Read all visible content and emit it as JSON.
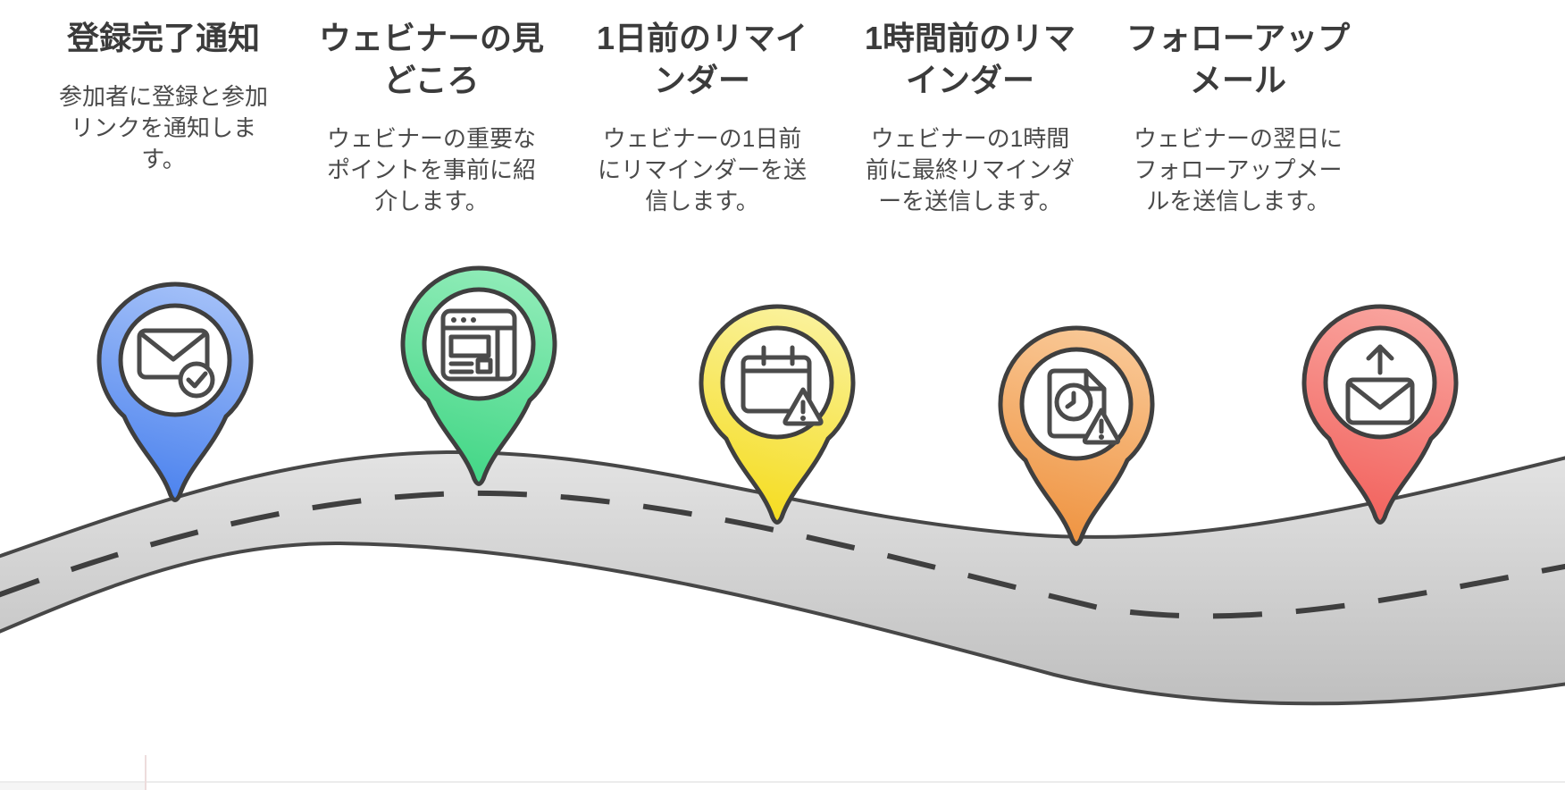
{
  "infographic": {
    "outline_color": "#3f3f3f",
    "road_color": "#d2d2d2",
    "steps": [
      {
        "title": "登録完了通知",
        "description": "参加者に登録と参加\nリンクを通知しま\nす。",
        "icon": "envelope-check-icon",
        "color": "#4b82ee",
        "color_light": "#a3c0f8"
      },
      {
        "title": "ウェビナーの見\nどころ",
        "description": "ウェビナーの重要な\nポイントを事前に紹\n介します。",
        "icon": "browser-window-icon",
        "color": "#41d685",
        "color_light": "#90ecb8"
      },
      {
        "title": "1日前のリマイ\nンダー",
        "description": "ウェビナーの1日前\nにリマインダーを送\n信します。",
        "icon": "calendar-alert-icon",
        "color": "#f5dc1e",
        "color_light": "#faf29c"
      },
      {
        "title": "1時間前のリマ\nインダー",
        "description": "ウェビナーの1時間\n前に最終リマインダ\nーを送信します。",
        "icon": "document-clock-alert-icon",
        "color": "#ef9340",
        "color_light": "#f9c річ896"
      },
      {
        "title": "フォローアップ\nメール",
        "description": "ウェビナーの翌日に\nフォローアップメー\nルを送信します。",
        "icon": "mail-send-icon",
        "color": "#f2625d",
        "color_light": "#f9a49e"
      }
    ]
  }
}
